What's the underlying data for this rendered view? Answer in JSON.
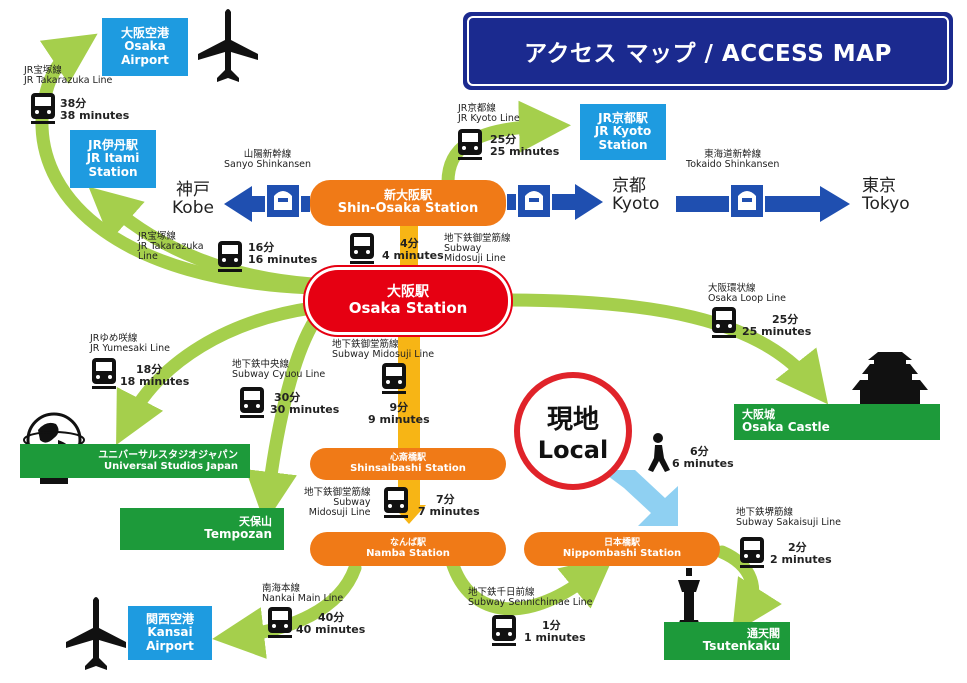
{
  "title": "アクセス マップ / ACCESS MAP",
  "local": {
    "jp": "現地",
    "en": "Local"
  },
  "stations": {
    "osaka": {
      "jp": "大阪駅",
      "en": "Osaka Station"
    },
    "shin_osaka": {
      "jp": "新大阪駅",
      "en": "Shin-Osaka Station"
    },
    "shinsaibashi": {
      "jp": "心斎橋駅",
      "en": "Shinsaibashi Station"
    },
    "namba": {
      "jp": "なんば駅",
      "en": "Namba Station"
    },
    "nippombashi": {
      "jp": "日本橋駅",
      "en": "Nippombashi Station"
    }
  },
  "destinations": {
    "osaka_airport": {
      "jp": "大阪空港",
      "en1": "Osaka",
      "en2": "Airport"
    },
    "itami": {
      "jp": "JR伊丹駅",
      "en1": "JR Itami",
      "en2": "Station"
    },
    "kyoto_station": {
      "jp": "JR京都駅",
      "en1": "JR Kyoto",
      "en2": "Station"
    },
    "kansai_airport": {
      "jp": "関西空港",
      "en1": "Kansai",
      "en2": "Airport"
    },
    "usj": {
      "jp": "ユニバーサルスタジオジャパン",
      "en": "Universal Studios Japan"
    },
    "tempozan": {
      "jp": "天保山",
      "en": "Tempozan"
    },
    "osaka_castle": {
      "jp": "大阪城",
      "en": "Osaka Castle"
    },
    "tsutenkaku": {
      "jp": "通天閣",
      "en": "Tsutenkaku"
    }
  },
  "cities": {
    "kobe": {
      "jp": "神戸",
      "en": "Kobe"
    },
    "kyoto": {
      "jp": "京都",
      "en": "Kyoto"
    },
    "tokyo": {
      "jp": "東京",
      "en": "Tokyo"
    }
  },
  "routes": {
    "takarazuka_airport": {
      "line_jp": "JR宝塚線",
      "line_en": "JR Takarazuka Line",
      "time_jp": "38分",
      "time_en": "38 minutes"
    },
    "kyoto_line": {
      "line_jp": "JR京都線",
      "line_en": "JR Kyoto Line",
      "time_jp": "25分",
      "time_en": "25 minutes"
    },
    "sanyo": {
      "line_jp": "山陽新幹線",
      "line_en": "Sanyo Shinkansen"
    },
    "tokaido": {
      "line_jp": "東海道新幹線",
      "line_en": "Tokaido Shinkansen"
    },
    "takarazuka_itami": {
      "line_jp": "JR宝塚線",
      "line_en1": "JR Takarazuka",
      "line_en2": "Line",
      "time_jp": "16分",
      "time_en": "16 minutes"
    },
    "midosuji_shin": {
      "line_jp": "地下鉄御堂筋線",
      "line_en1": "Subway",
      "line_en2": "Midosuji Line",
      "time_jp": "4分",
      "time_en": "4 minutes"
    },
    "loop": {
      "line_jp": "大阪環状線",
      "line_en": "Osaka Loop Line",
      "time_jp": "25分",
      "time_en": "25 minutes"
    },
    "yumesaki": {
      "line_jp": "JRゆめ咲線",
      "line_en": "JR Yumesaki Line",
      "time_jp": "18分",
      "time_en": "18 minutes"
    },
    "chuo": {
      "line_jp": "地下鉄中央線",
      "line_en": "Subway Cyuou Line",
      "time_jp": "30分",
      "time_en": "30 minutes"
    },
    "midosuji_shinsai": {
      "line_jp": "地下鉄御堂筋線",
      "line_en": "Subway Midosuji Line",
      "time_jp": "9分",
      "time_en": "9 minutes"
    },
    "midosuji_namba": {
      "line_jp": "地下鉄御堂筋線",
      "line_en1": "Subway",
      "line_en2": "Midosuji Line",
      "time_jp": "7分",
      "time_en": "7 minutes"
    },
    "walk": {
      "time_jp": "6分",
      "time_en": "6 minutes"
    },
    "sakaisuji": {
      "line_jp": "地下鉄堺筋線",
      "line_en": "Subway Sakaisuji Line",
      "time_jp": "2分",
      "time_en": "2 minutes"
    },
    "nankai": {
      "line_jp": "南海本線",
      "line_en": "Nankai Main Line",
      "time_jp": "40分",
      "time_en": "40 minutes"
    },
    "sennichimae": {
      "line_jp": "地下鉄千日前線",
      "line_en": "Subway Sennichimae Line",
      "time_jp": "1分",
      "time_en": "1 minutes"
    }
  },
  "colors": {
    "red": "#e60012",
    "orange": "#f07a17",
    "blue": "#1e9be0",
    "green": "#1d9a3a",
    "navy": "#1b2a8f",
    "route_green": "#a5cf4c",
    "shinkansen": "#1f4fb0",
    "subway_yellow": "#f7b515"
  }
}
